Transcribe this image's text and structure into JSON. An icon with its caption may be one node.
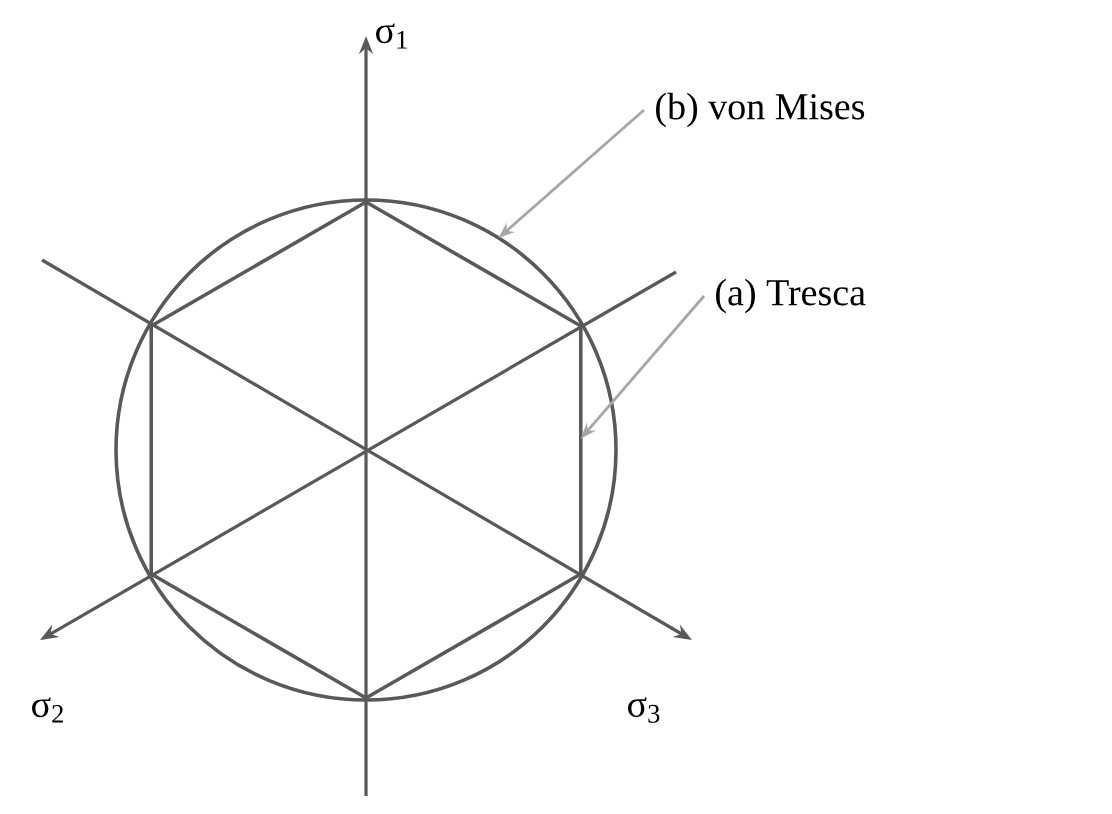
{
  "diagram": {
    "nodes": [
      {
        "text": [
          "(b) von Mises"
        ]
      },
      {
        "text": [
          "(a) Tresca"
        ]
      },
      {
        "text": [],
        "shape": "circle"
      },
      {
        "text": [],
        "shape": "hexagon",
        "in": 2
      }
    ],
    "edges": [
      {
        "from": 0,
        "to": 2,
        "arrow": "to",
        "color": "#a6a6a6"
      },
      {
        "from": 1,
        "to": 3,
        "arrow": "to",
        "color": "#a6a6a6"
      }
    ],
    "labels": [
      "σ$_{1}$",
      "σ$_{2}$",
      "σ$_{3}$"
    ]
  }
}
